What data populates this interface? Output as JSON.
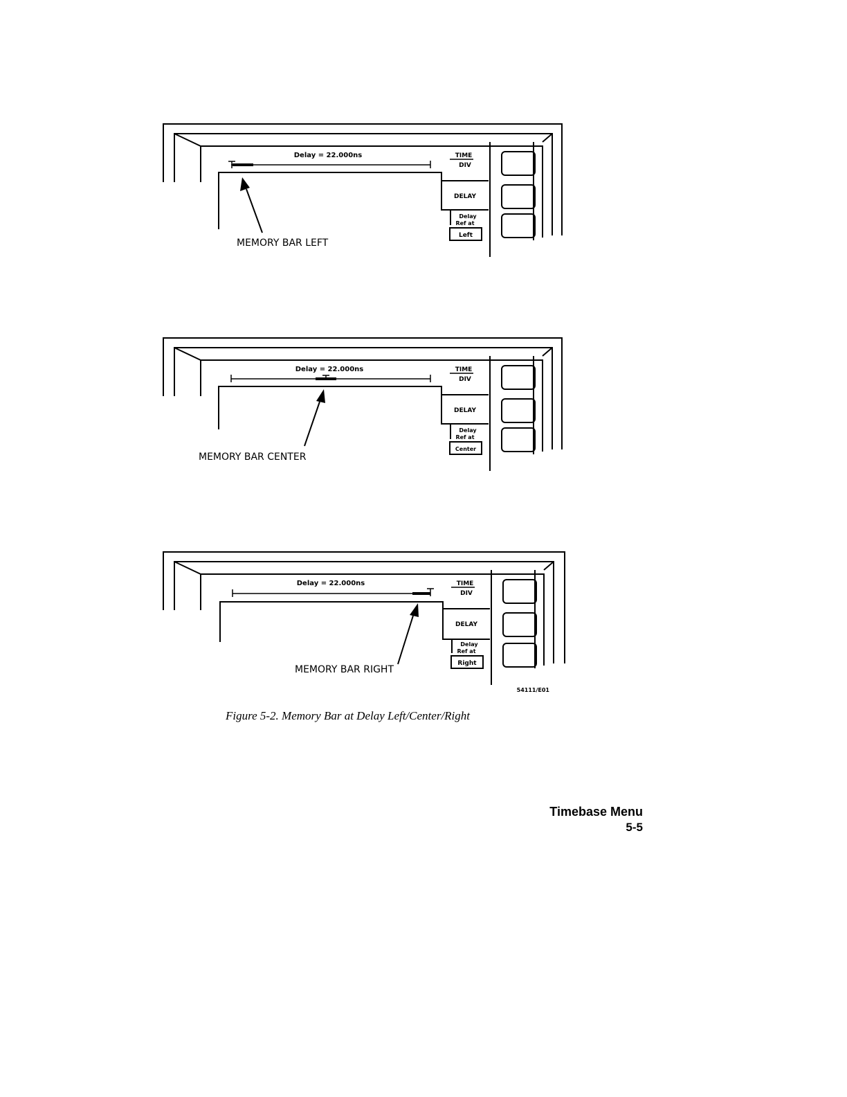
{
  "figures": [
    {
      "delay_readout": "Delay = 22.000ns",
      "menu_time_top": "TIME",
      "menu_time_bottom": "DIV",
      "menu_delay": "DELAY",
      "menu_ref_line1": "Delay",
      "menu_ref_line2": "Ref at",
      "menu_ref_value": "Left",
      "callout": "MEMORY BAR LEFT"
    },
    {
      "delay_readout": "Delay = 22.000ns",
      "menu_time_top": "TIME",
      "menu_time_bottom": "DIV",
      "menu_delay": "DELAY",
      "menu_ref_line1": "Delay",
      "menu_ref_line2": "Ref at",
      "menu_ref_value": "Center",
      "callout": "MEMORY BAR CENTER"
    },
    {
      "delay_readout": "Delay = 22.000ns",
      "menu_time_top": "TIME",
      "menu_time_bottom": "DIV",
      "menu_delay": "DELAY",
      "menu_ref_line1": "Delay",
      "menu_ref_line2": "Ref at",
      "menu_ref_value": "Right",
      "callout": "MEMORY BAR RIGHT",
      "figure_id": "54111/E01"
    }
  ],
  "caption": "Figure 5-2.  Memory Bar at Delay Left/Center/Right",
  "footer": {
    "section": "Timebase Menu",
    "page": "5-5"
  }
}
